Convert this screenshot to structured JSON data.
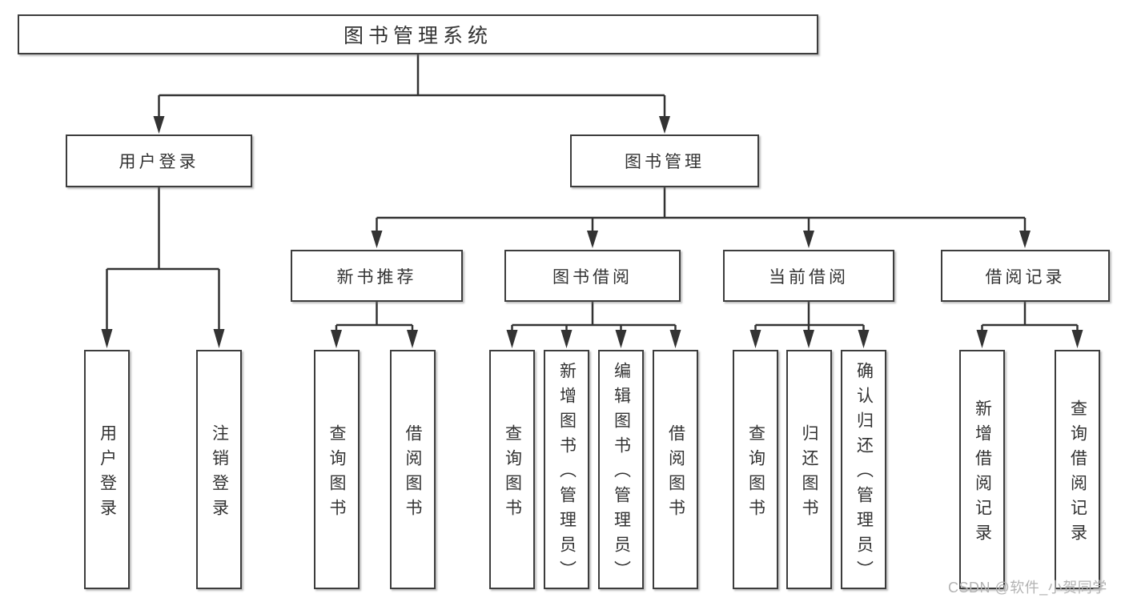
{
  "colors": {
    "background": "#ffffff",
    "box_fill": "#ffffff",
    "box_border": "#3d3d3d",
    "line": "#333333",
    "text": "#333333",
    "watermark": "#b3b3b3"
  },
  "watermark": "CSDN @软件_小贺同学",
  "tree": {
    "root": {
      "label": "图书管理系统"
    },
    "children": [
      {
        "label": "用户登录",
        "children": [
          {
            "label": "用户登录"
          },
          {
            "label": "注销登录"
          }
        ]
      },
      {
        "label": "图书管理",
        "children": [
          {
            "label": "新书推荐",
            "children": [
              {
                "label": "查询图书"
              },
              {
                "label": "借阅图书"
              }
            ]
          },
          {
            "label": "图书借阅",
            "children": [
              {
                "label": "查询图书"
              },
              {
                "label": "新增图书（管理员）"
              },
              {
                "label": "编辑图书（管理员）"
              },
              {
                "label": "借阅图书"
              }
            ]
          },
          {
            "label": "当前借阅",
            "children": [
              {
                "label": "查询图书"
              },
              {
                "label": "归还图书"
              },
              {
                "label": "确认归还（管理员）"
              }
            ]
          },
          {
            "label": "借阅记录",
            "children": [
              {
                "label": "新增借阅记录"
              },
              {
                "label": "查询借阅记录"
              }
            ]
          }
        ]
      }
    ]
  }
}
